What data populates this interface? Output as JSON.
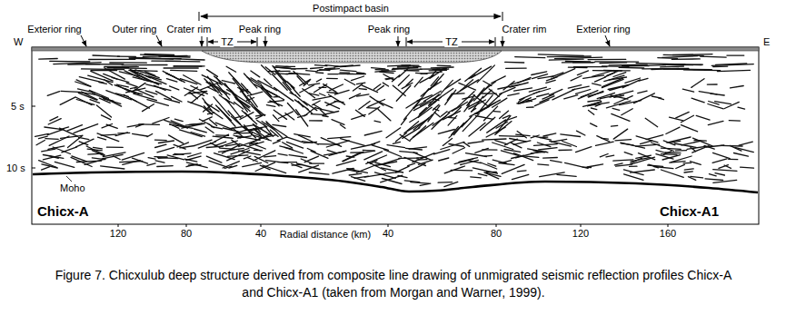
{
  "diagram": {
    "caption": "Figure 7. Chicxulub deep structure derived from composite line drawing of unmigrated seismic reflection profiles Chicx-A and Chicx-A1 (taken from Morgan and Warner, 1999).",
    "labels": [
      "Postimpact basin",
      "W",
      "Exterior ring",
      "Outer ring",
      "Crater rim",
      "TZ",
      "Peak ring",
      "Peak ring",
      "TZ",
      "Crater rim",
      "Exterior ring",
      "E",
      "5 s",
      "10 s",
      "Moho",
      "Chicx-A",
      "Chicx-A1",
      "120",
      "80",
      "40",
      "Radial distance (km)",
      "40",
      "80",
      "120",
      "160"
    ]
  }
}
